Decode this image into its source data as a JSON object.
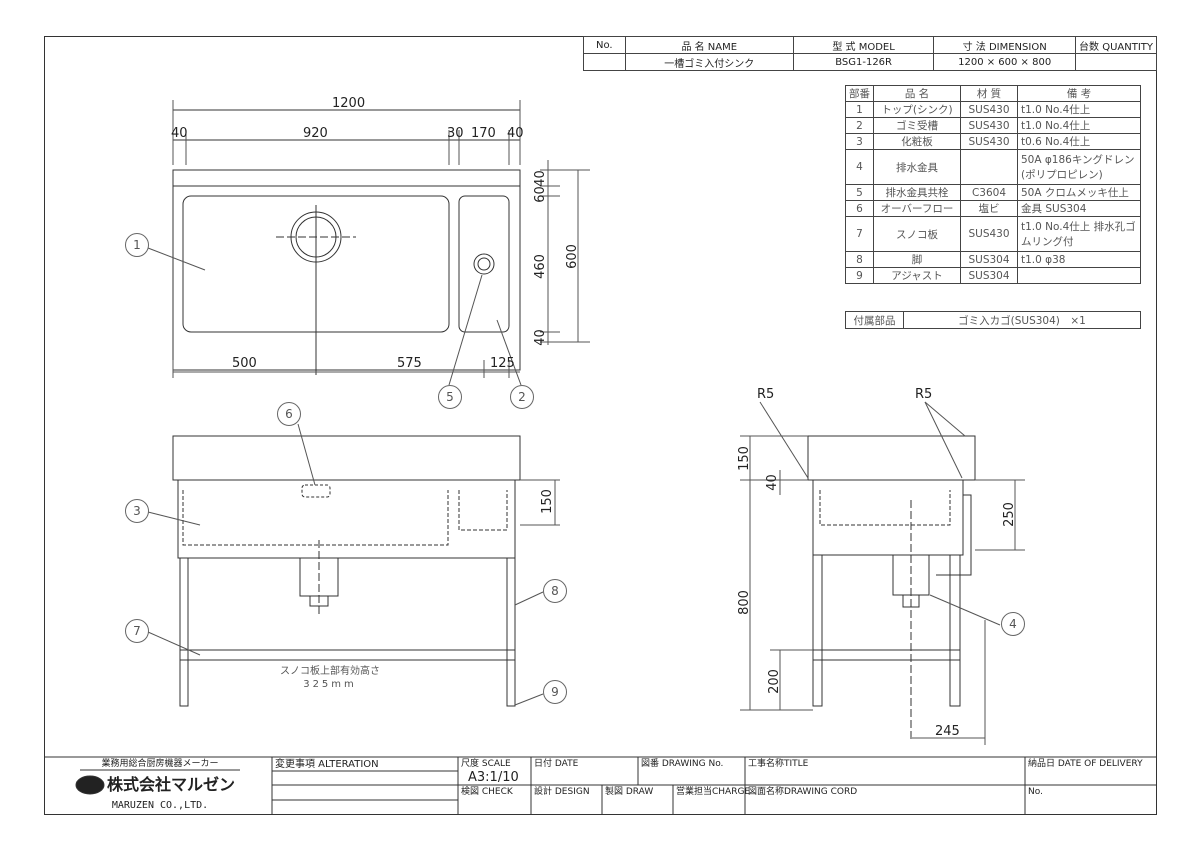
{
  "header": {
    "cols": [
      "No.",
      "品 名 NAME",
      "型 式 MODEL",
      "寸 法 DIMENSION",
      "台数 QUANTITY"
    ],
    "values": [
      "",
      "一槽ゴミ入付シンク",
      "BSG1-126R",
      "1200 × 600 × 800",
      ""
    ]
  },
  "parts": {
    "headers": [
      "部番",
      "品 名",
      "材 質",
      "備 考"
    ],
    "rows": [
      [
        "1",
        "トップ(シンク)",
        "SUS430",
        "t1.0 No.4仕上"
      ],
      [
        "2",
        "ゴミ受槽",
        "SUS430",
        "t1.0 No.4仕上"
      ],
      [
        "3",
        "化粧板",
        "SUS430",
        "t0.6 No.4仕上"
      ],
      [
        "4",
        "排水金具",
        "",
        "50A φ186キングドレン (ポリプロピレン)"
      ],
      [
        "5",
        "排水金具共栓",
        "C3604",
        "50A クロムメッキ仕上"
      ],
      [
        "6",
        "オーバーフロー",
        "塩ビ",
        "金具 SUS304"
      ],
      [
        "7",
        "スノコ板",
        "SUS430",
        "t1.0 No.4仕上 排水孔ゴムリング付"
      ],
      [
        "8",
        "脚",
        "SUS304",
        "t1.0 φ38"
      ],
      [
        "9",
        "アジャスト",
        "SUS304",
        ""
      ]
    ]
  },
  "accessory": {
    "label": "付属部品",
    "value": "ゴミ入カゴ(SUS304)　×1"
  },
  "dims": {
    "top": {
      "overall": "1200",
      "d40a": "40",
      "d920": "920",
      "d30": "30",
      "d170": "170",
      "d40b": "40",
      "v40": "40",
      "v60": "60",
      "v460": "460",
      "v40b": "40",
      "v600": "600",
      "b500": "500",
      "b575": "575",
      "b125": "125"
    },
    "front": {
      "v150": "150",
      "shelf_note": "スノコ板上部有効高さ",
      "shelf_height": "325mm"
    },
    "side": {
      "r5a": "R5",
      "r5b": "R5",
      "v150": "150",
      "v40": "40",
      "v800": "800",
      "v200": "200",
      "v250": "250",
      "h245": "245"
    }
  },
  "callouts": [
    "1",
    "2",
    "3",
    "4",
    "5",
    "6",
    "7",
    "8",
    "9"
  ],
  "titleblock": {
    "maker_tag": "業務用総合厨房機器メーカー",
    "company_jp": "株式会社マルゼン",
    "company_en": "MARUZEN CO.,LTD.",
    "alteration": "変更事項 ALTERATION",
    "scale_label": "尺度 SCALE",
    "scale_value": "A3:1/10",
    "date": "日付 DATE",
    "drawing_no": "図番 DRAWING No.",
    "title": "工事名称TITLE",
    "delivery": "納品日 DATE OF DELIVERY",
    "check": "検図 CHECK",
    "design": "設計 DESIGN",
    "draw": "製図 DRAW",
    "charge": "営業担当CHARGE",
    "drawing_cord": "図面名称DRAWING CORD",
    "no": "No."
  }
}
